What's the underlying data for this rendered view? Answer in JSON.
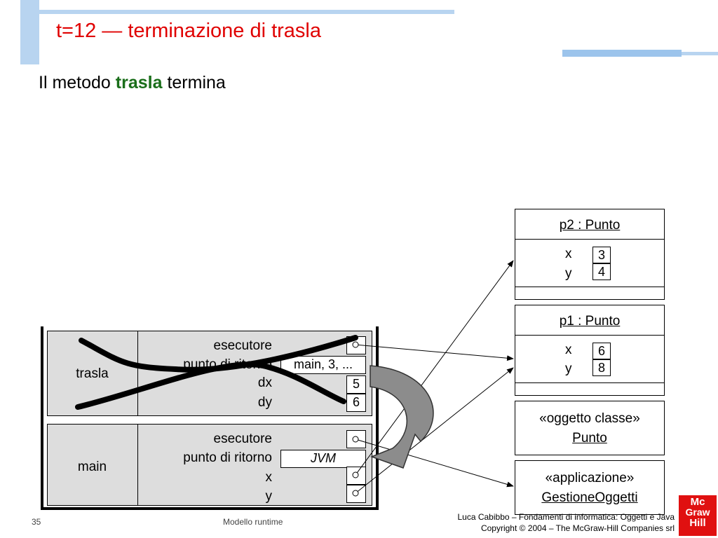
{
  "slide": {
    "title": "t=12 — terminazione di trasla",
    "subtitle_pre": "Il metodo ",
    "subtitle_bold": "trasla",
    "subtitle_post": " termina"
  },
  "stack": {
    "trasla": {
      "name": "trasla",
      "labels": [
        "esecutore",
        "punto di ritorno",
        "dx",
        "dy"
      ],
      "return_value": "main, 3, ...",
      "dx": "5",
      "dy": "6"
    },
    "main": {
      "name": "main",
      "labels": [
        "esecutore",
        "punto di ritorno",
        "x",
        "y"
      ],
      "return_value": "JVM"
    }
  },
  "objects": {
    "p2": {
      "title": "p2 : Punto",
      "x_label": "x",
      "y_label": "y",
      "x": "3",
      "y": "4"
    },
    "p1": {
      "title": "p1 : Punto",
      "x_label": "x",
      "y_label": "y",
      "x": "6",
      "y": "8"
    },
    "class_obj": {
      "stereotype": "«oggetto classe»",
      "name": "Punto"
    },
    "app": {
      "stereotype": "«applicazione»",
      "name": "GestioneOggetti"
    }
  },
  "footer": {
    "page": "35",
    "section": "Modello runtime",
    "credit_line1": "Luca Cabibbo – Fondamenti di informatica: Oggetti e Java",
    "credit_line2": "Copyright © 2004 – The McGraw-Hill Companies srl",
    "logo_lines": [
      "Mc",
      "Graw",
      "Hill"
    ]
  },
  "colors": {
    "title": "#e00000",
    "emphasis": "#1a6e1a",
    "decoration": "#b8d4f0",
    "logo": "#e01010"
  }
}
